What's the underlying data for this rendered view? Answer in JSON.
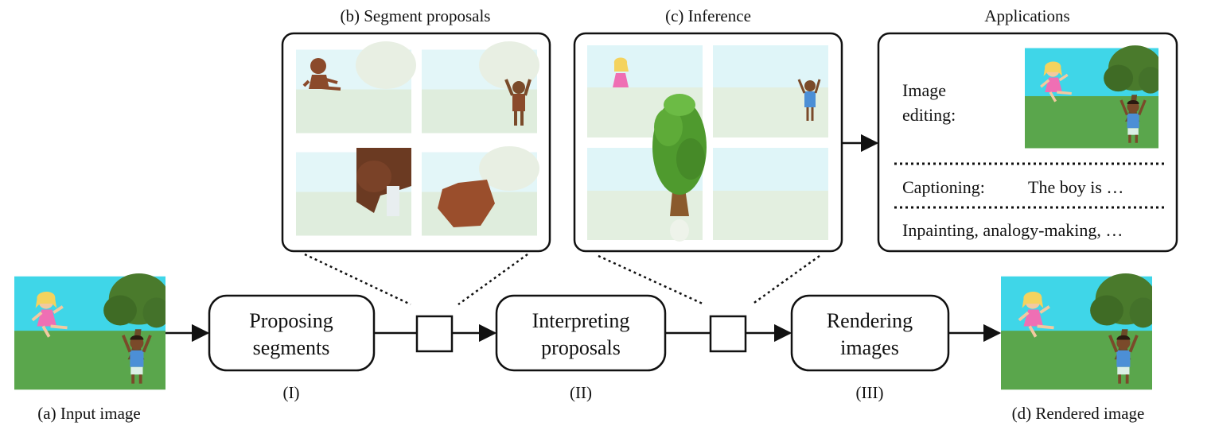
{
  "stages": {
    "input_caption": "(a) Input image",
    "proposals_title": "(b) Segment proposals",
    "inference_title": "(c) Inference",
    "applications_title": "Applications",
    "rendered_caption": "(d) Rendered image"
  },
  "steps": [
    {
      "line1": "Proposing",
      "line2": "segments",
      "roman": "(I)"
    },
    {
      "line1": "Interpreting",
      "line2": "proposals",
      "roman": "(II)"
    },
    {
      "line1": "Rendering",
      "line2": "images",
      "roman": "(III)"
    }
  ],
  "applications": {
    "editing_line1": "Image",
    "editing_line2": "editing:",
    "captioning_label": "Captioning:",
    "captioning_text": "The boy is …",
    "other": "Inpainting, analogy-making, …"
  },
  "colors": {
    "sky": "#3fd6e8",
    "grass": "#5aa64c",
    "tree": "#4a7a2c",
    "trunk": "#6b4a28",
    "girl_dress": "#ef6fb4",
    "girl_hair": "#f4d35e",
    "boy_shirt": "#4c8fd6",
    "skin_dark": "#7a4a2a",
    "skin_light": "#f2c9a0",
    "highlight_brown": "#8b4a2b",
    "faded_grass": "#dfeddd",
    "faded_sky": "#e3f6f8",
    "stroke": "#111111"
  }
}
